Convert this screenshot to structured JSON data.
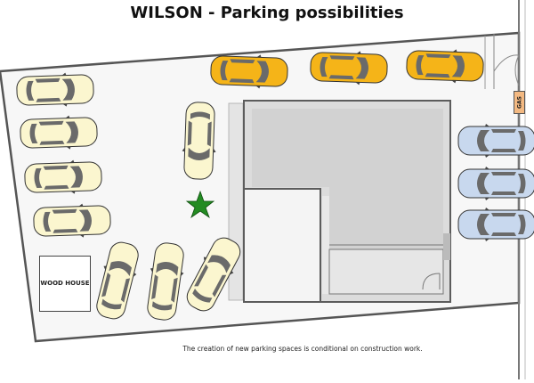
{
  "title": "WILSON - Parking possibilities",
  "footnote": "The creation of new parking spaces is conditional on construction work.",
  "wood_house": "WOOD HOUSE",
  "gas_label": "GAS",
  "colors": {
    "yellow_car": "#f5b418",
    "blue_car": "#c8d8ee",
    "cream_car": "#fbf6cf",
    "building_gray": "#d6d6d6",
    "building_wall": "#5c5c5c",
    "star": "#238b22"
  },
  "legend_icons": [
    "star-icon",
    "car-icon",
    "gas-meter-icon"
  ]
}
